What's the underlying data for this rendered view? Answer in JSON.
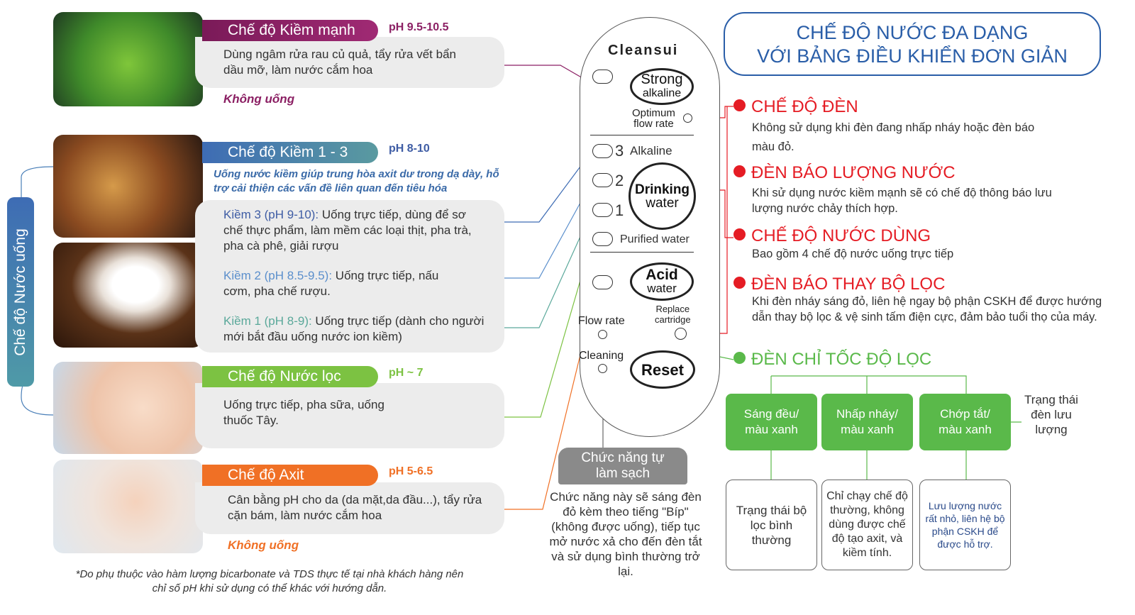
{
  "title": {
    "line1": "CHẾ ĐỘ NƯỚC ĐA DẠNG",
    "line2": "VỚI BẢNG ĐIỀU KHIỂN ĐƠN GIẢN"
  },
  "side_tab": "Chế độ Nước uống",
  "modes": [
    {
      "name": "Chế độ Kiềm mạnh",
      "ph": "pH 9.5-10.5",
      "desc": "Dùng ngâm rửa rau củ quả, tẩy rửa vết bẩn dầu mỡ, làm nước cắm hoa",
      "note": "Không uống"
    },
    {
      "name": "Chế độ Kiềm 1 - 3",
      "ph": "pH 8-10",
      "intro": "Uống nước kiềm giúp trung hòa axit dư trong dạ dày, hỗ trợ cải thiện các vấn đề liên quan đến tiêu hóa",
      "levels": [
        {
          "label": "Kiềm 3 (pH 9-10):",
          "text": " Uống trực tiếp, dùng để sơ chế thực phẩm, làm mềm các loại thịt, pha trà, pha cà phê, giải rượu"
        },
        {
          "label": "Kiềm 2 (pH 8.5-9.5):",
          "text": " Uống trực tiếp, nấu cơm, pha chế rượu."
        },
        {
          "label": "Kiềm 1 (pH 8-9):",
          "text": " Uống trực tiếp (dành cho người mới bắt đầu uống nước ion kiềm)"
        }
      ]
    },
    {
      "name": "Chế độ Nước lọc",
      "ph": "pH ~ 7",
      "desc": "Uống trực tiếp, pha sữa, uống thuốc  Tây."
    },
    {
      "name": "Chế độ Axit",
      "ph": "pH 5-6.5",
      "desc": "Cân bằng pH cho da (da mặt,da đầu...), tẩy rửa cặn bám, làm nước cắm hoa",
      "note": "Không uống"
    }
  ],
  "footnote": "*Do phụ thuộc vào hàm lượng bicarbonate và TDS thực tế tại nhà khách hàng nên chỉ số pH khi sử dụng có thể khác với hướng dẫn.",
  "panel": {
    "brand": "Cleansui",
    "strong": "Strong",
    "alkaline": "alkaline",
    "optimum": "Optimum",
    "flow_rate_small": "flow rate",
    "n3": "3",
    "alk_label": "Alkaline",
    "n2": "2",
    "n1": "1",
    "drinking": "Drinking",
    "water": "water",
    "purified": "Purified water",
    "acid": "Acid",
    "acid_water": "water",
    "replace": "Replace",
    "cartridge": "cartridge",
    "flow_rate": "Flow rate",
    "cleaning": "Cleaning",
    "reset": "Reset"
  },
  "cleaning": {
    "title": "Chức năng tự làm sạch",
    "desc": "Chức năng này sẽ sáng đèn đỏ kèm theo tiếng \"Bíp\" (không được uống), tiếp tục mở nước xả cho đến đèn tắt và sử dụng bình thường trở lại."
  },
  "indicators": [
    {
      "title": "CHẾ ĐỘ ĐÈN",
      "desc": "Không sử dụng khi đèn đang nhấp nháy hoặc đèn báo màu đỏ."
    },
    {
      "title": "ĐÈN BÁO LƯỢNG NƯỚC",
      "desc": "Khi sử dụng nước kiềm mạnh sẽ có chế độ thông báo lưu lượng nước chảy thích hợp."
    },
    {
      "title": "CHẾ ĐỘ NƯỚC DÙNG",
      "desc": "Bao gồm 4 chế độ nước uống trực tiếp"
    },
    {
      "title": "ĐÈN BÁO THAY BỘ LỌC",
      "desc": "Khi đèn nháy sáng đỏ, liên hệ ngay bộ phận CSKH để được hướng dẫn thay bộ lọc & vệ sinh tấm điện cực, đảm bảo tuổi thọ của máy."
    }
  ],
  "filter_speed": {
    "title": "ĐÈN CHỈ TỐC ĐỘ LỌC",
    "status_label": "Trạng thái đèn lưu lượng",
    "states": [
      {
        "state": "Sáng đều/ màu xanh",
        "meaning": "Trạng thái bộ lọc bình thường"
      },
      {
        "state": "Nhấp nháy/ màu xanh",
        "meaning": "Chỉ chạy chế độ thường, không dùng được chế độ tạo axit, và kiềm tính."
      },
      {
        "state": "Chớp tắt/ màu xanh",
        "meaning": "Lưu lượng nước rất nhỏ, liên hệ bộ phận CSKH để được hỗ trợ."
      }
    ]
  },
  "colors": {
    "purple": "#8b1f63",
    "blue": "#2a5ea8",
    "green": "#7cc242",
    "orange": "#f07025",
    "red": "#e51c24",
    "green_dark": "#5ab94a"
  }
}
